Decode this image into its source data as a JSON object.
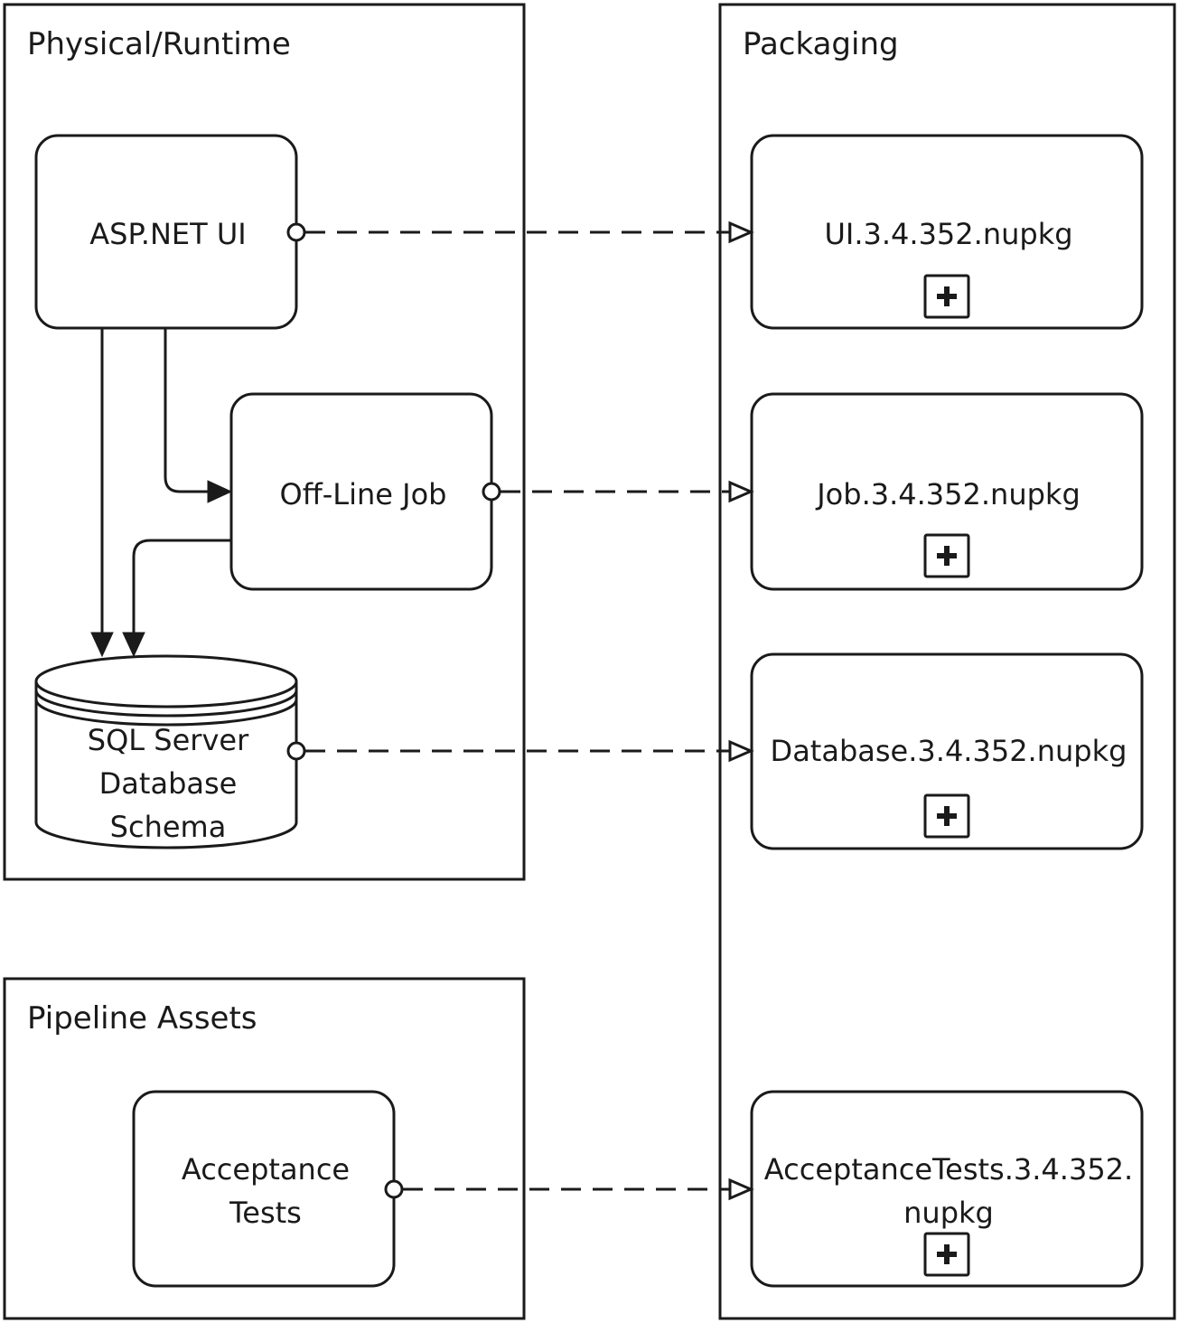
{
  "groups": {
    "physical": "Physical/Runtime",
    "packaging": "Packaging",
    "pipeline": "Pipeline Assets"
  },
  "nodes": {
    "asp_ui": "ASP.NET UI",
    "offline_job": "Off-Line Job",
    "sql_line1": "SQL Server",
    "sql_line2": "Database",
    "sql_line3": "Schema",
    "acc_line1": "Acceptance",
    "acc_line2": "Tests"
  },
  "packages": {
    "ui": "UI.3.4.352.nupkg",
    "job": "Job.3.4.352.nupkg",
    "db": "Database.3.4.352.nupkg",
    "acc_line1": "AcceptanceTests.3.4.352.",
    "acc_line2": "nupkg"
  },
  "icons": {
    "expand": "plus-square-icon"
  }
}
